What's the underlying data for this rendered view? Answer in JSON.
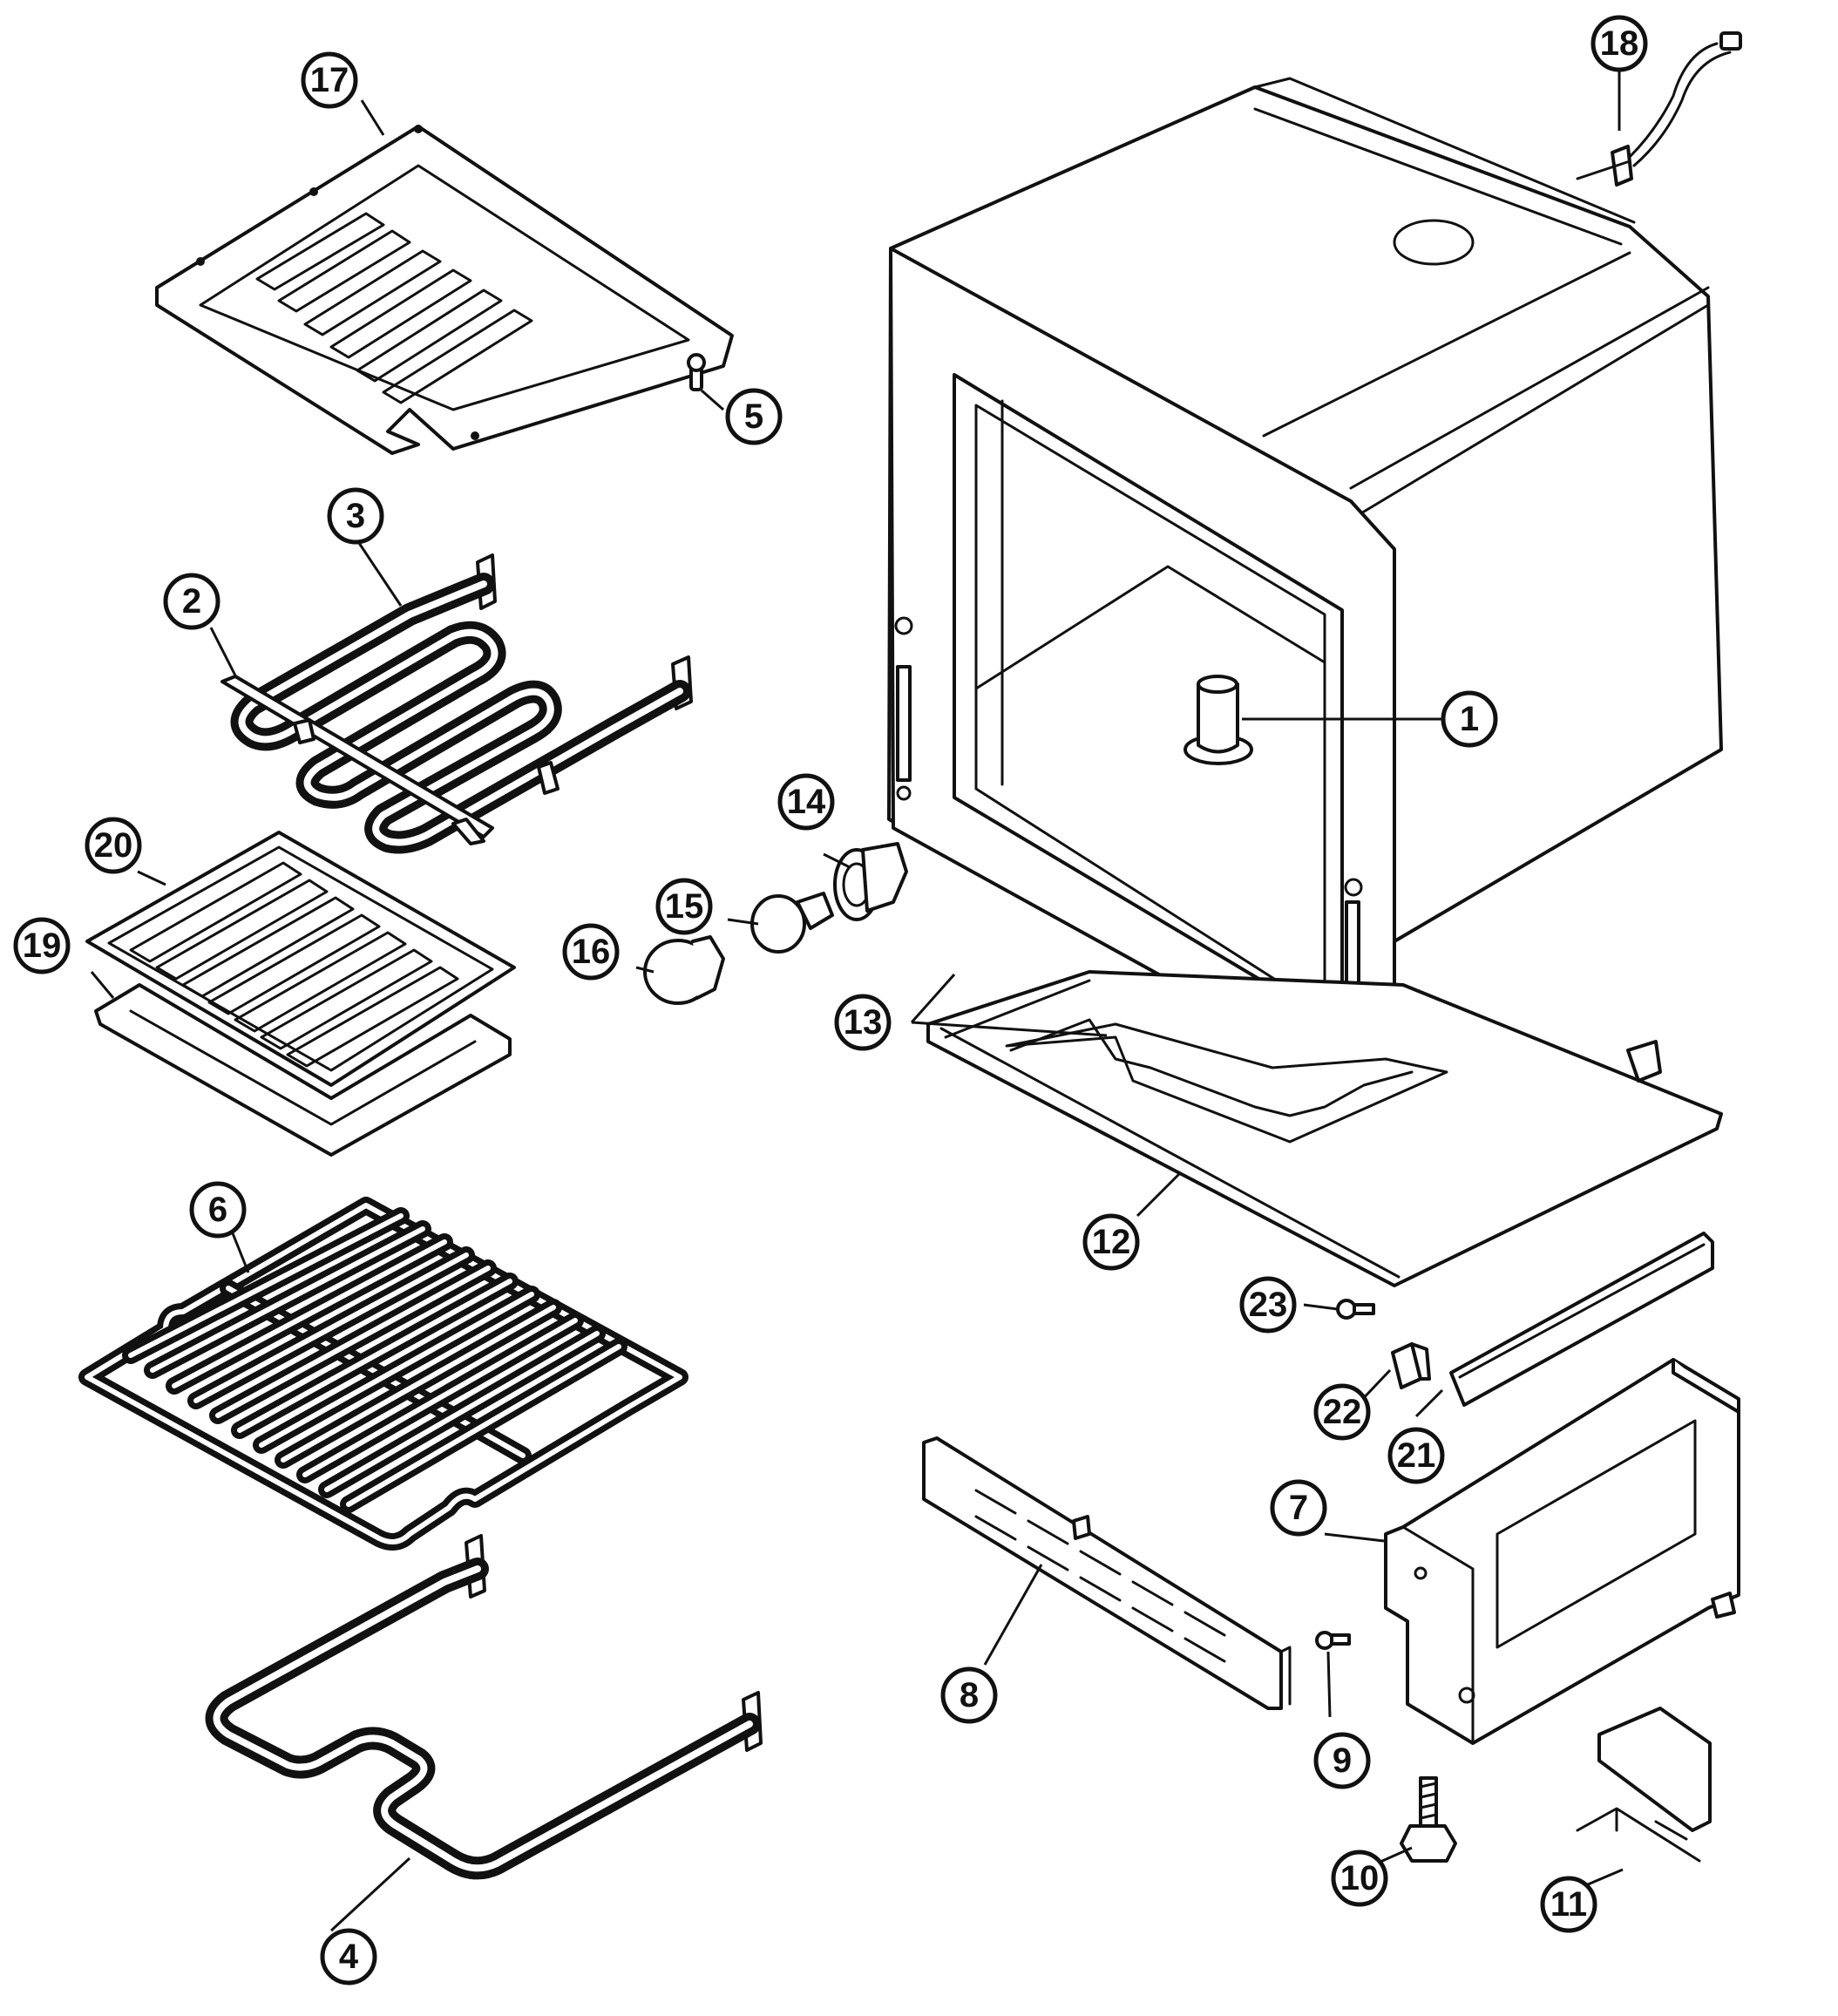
{
  "callouts": [
    {
      "id": "1",
      "label": "1"
    },
    {
      "id": "2",
      "label": "2"
    },
    {
      "id": "3",
      "label": "3"
    },
    {
      "id": "4",
      "label": "4"
    },
    {
      "id": "5",
      "label": "5"
    },
    {
      "id": "6",
      "label": "6"
    },
    {
      "id": "7",
      "label": "7"
    },
    {
      "id": "8",
      "label": "8"
    },
    {
      "id": "9",
      "label": "9"
    },
    {
      "id": "10",
      "label": "10"
    },
    {
      "id": "11",
      "label": "11"
    },
    {
      "id": "12",
      "label": "12"
    },
    {
      "id": "13",
      "label": "13"
    },
    {
      "id": "14",
      "label": "14"
    },
    {
      "id": "15",
      "label": "15"
    },
    {
      "id": "16",
      "label": "16"
    },
    {
      "id": "17",
      "label": "17"
    },
    {
      "id": "18",
      "label": "18"
    },
    {
      "id": "19",
      "label": "19"
    },
    {
      "id": "20",
      "label": "20"
    },
    {
      "id": "21",
      "label": "21"
    },
    {
      "id": "22",
      "label": "22"
    },
    {
      "id": "23",
      "label": "23"
    }
  ],
  "colors": {
    "line": "#111111",
    "background": "#ffffff"
  }
}
